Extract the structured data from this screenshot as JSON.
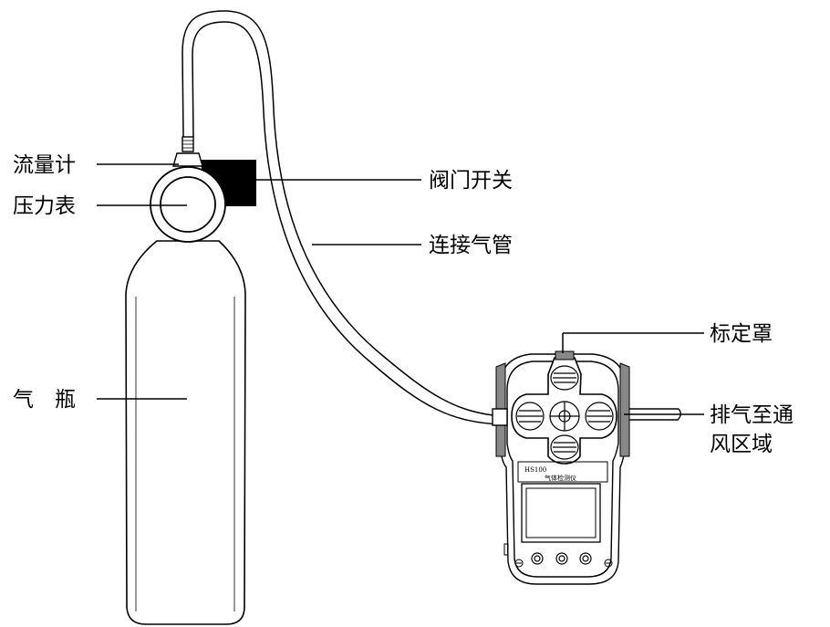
{
  "labels": {
    "flowmeter": "流量计",
    "pressure_gauge": "压力表",
    "cylinder": "气　瓶",
    "valve_switch": "阀门开关",
    "gas_tube": "连接气管",
    "calibration_cap": "标定罩",
    "exhaust_line1": "排气至通",
    "exhaust_line2": "风区域"
  },
  "device": {
    "model": "HS100",
    "name": "气体检测仪"
  },
  "colors": {
    "line": "#000000",
    "background": "#ffffff"
  }
}
